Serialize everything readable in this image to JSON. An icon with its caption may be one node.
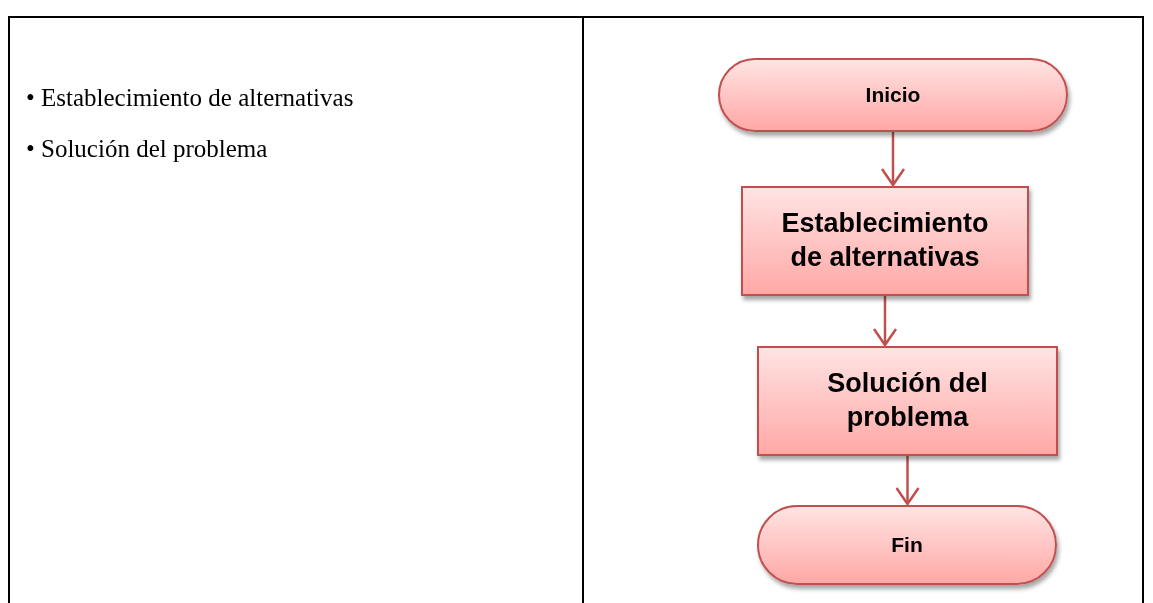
{
  "diagram": {
    "nodes": [
      {
        "text": [
          "Inicio"
        ]
      },
      {
        "text": [
          "Establecimiento de alternativas"
        ]
      },
      {
        "text": [
          "Solución del problema"
        ]
      },
      {
        "text": [
          "Fin"
        ]
      }
    ],
    "edges": [
      {
        "from": 0,
        "to": 1,
        "arrow": "to"
      },
      {
        "from": 1,
        "to": 2,
        "arrow": "to"
      },
      {
        "from": 2,
        "to": 3,
        "arrow": "to"
      }
    ],
    "labels": [
      "• Establecimiento de alternativas",
      "• Solución del problema"
    ]
  }
}
